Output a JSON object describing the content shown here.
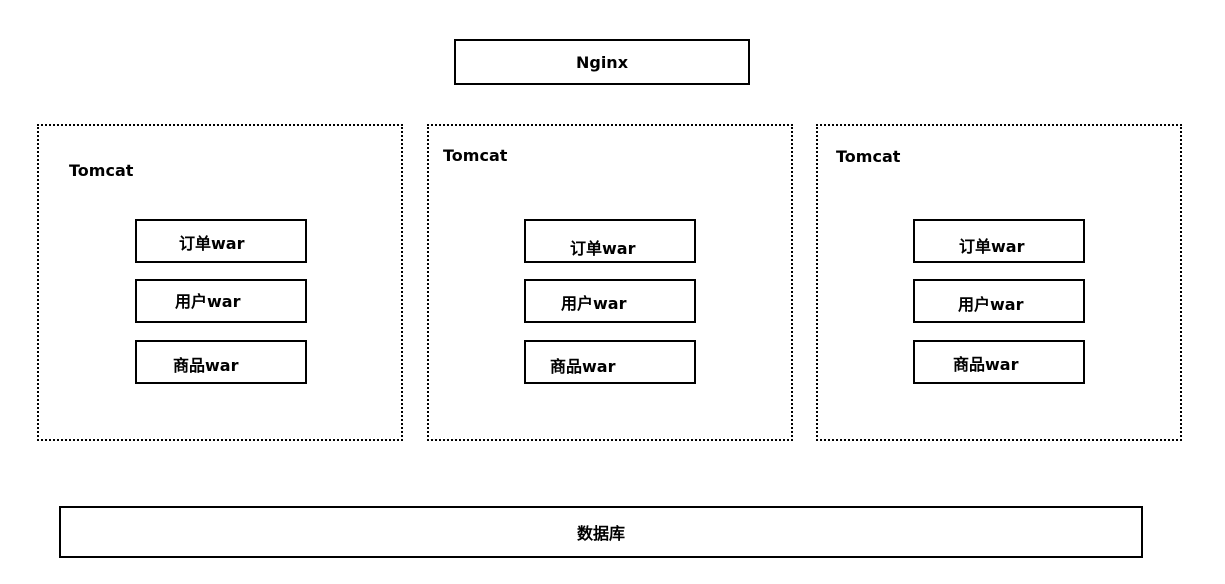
{
  "top": {
    "label": "Nginx"
  },
  "tomcats": [
    {
      "label": "Tomcat",
      "wars": [
        "订单war",
        "用户war",
        "商品war"
      ]
    },
    {
      "label": "Tomcat",
      "wars": [
        "订单war",
        "用户war",
        "商品war"
      ]
    },
    {
      "label": "Tomcat",
      "wars": [
        "订单war",
        "用户war",
        "商品war"
      ]
    }
  ],
  "bottom": {
    "label": "数据库"
  },
  "colors": {
    "stroke": "#000000",
    "background": "#ffffff"
  }
}
